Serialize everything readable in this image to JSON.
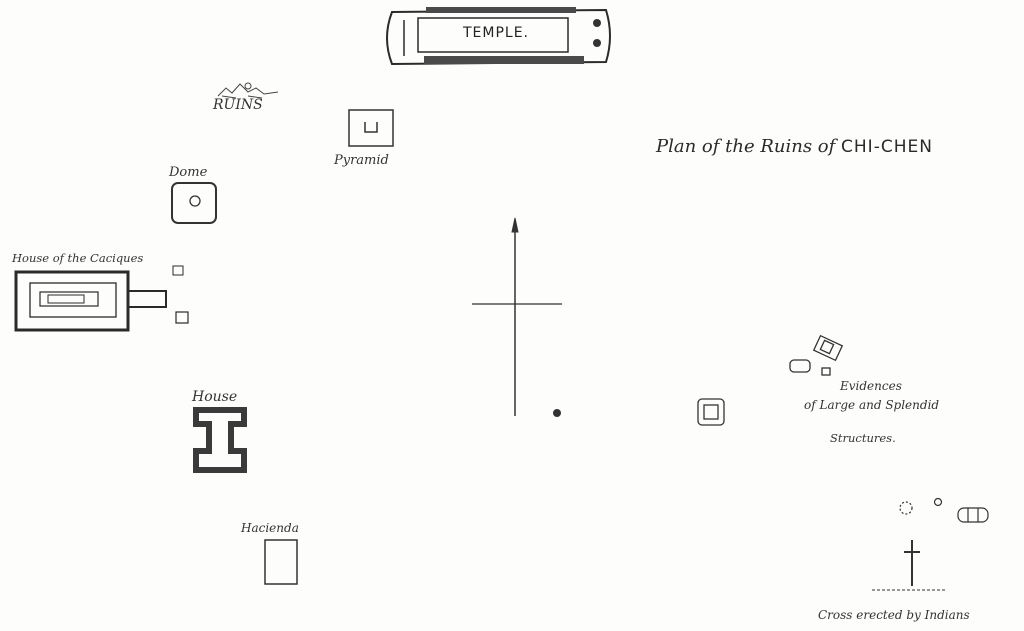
{
  "map": {
    "title_main": "Plan of the Ruins of",
    "title_place": "CHI-CHEN",
    "labels": {
      "temple": "TEMPLE.",
      "ruins": "RUINS",
      "pyramid": "Pyramid",
      "dome": "Dome",
      "house_of_caciques": "House of the Caciques",
      "house": "House",
      "hacienda": "Hacienda",
      "evidences_line1": "Evidences",
      "evidences_line2": "of Large and Splendid",
      "evidences_line3": "Structures.",
      "cross": "Cross erected by Indians"
    }
  }
}
